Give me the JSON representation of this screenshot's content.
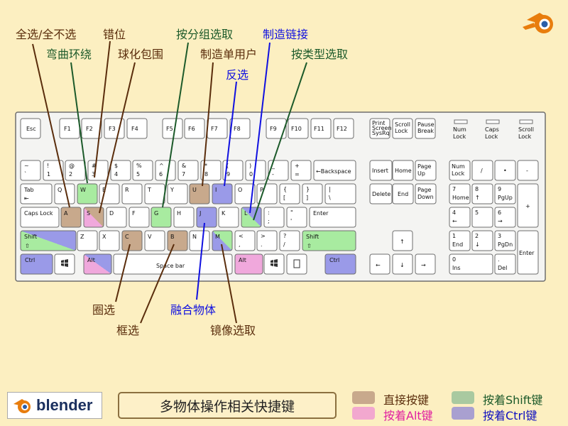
{
  "title": "多物体操作相关快捷键",
  "logo_text": "blender",
  "callouts": [
    {
      "text": "全选/全不选",
      "color": "brown"
    },
    {
      "text": "错位",
      "color": "brown"
    },
    {
      "text": "弯曲环绕",
      "color": "green"
    },
    {
      "text": "球化包围",
      "color": "brown"
    },
    {
      "text": "按分组选取",
      "color": "green"
    },
    {
      "text": "制造链接",
      "color": "blue"
    },
    {
      "text": "制造单用户",
      "color": "brown"
    },
    {
      "text": "按类型选取",
      "color": "green"
    },
    {
      "text": "反选",
      "color": "blue"
    },
    {
      "text": "圈选",
      "color": "brown"
    },
    {
      "text": "融合物体",
      "color": "blue"
    },
    {
      "text": "框选",
      "color": "brown"
    },
    {
      "text": "镜像选取",
      "color": "brown"
    }
  ],
  "legend": [
    {
      "text": "直接按键",
      "color": "#c8a98c"
    },
    {
      "text": "按着Shift键",
      "color": "#a9c9a0"
    },
    {
      "text": "按着Alt键",
      "color": "#f2a8cf"
    },
    {
      "text": "按着Ctrl键",
      "color": "#a9a0d0"
    }
  ],
  "colors": {
    "background": "#fcefc1",
    "direct": "#c8a98c",
    "shift": "#a8eba0",
    "alt": "#f0a8dc",
    "ctrl": "#9a9ae8",
    "text_brown": "#5a2d0c",
    "text_green": "#1c5a2a",
    "text_blue": "#1010e0"
  },
  "keys": {
    "esc": "Esc",
    "f1": "F1",
    "f2": "F2",
    "f3": "F3",
    "f4": "F4",
    "f5": "F5",
    "f6": "F6",
    "f7": "F7",
    "f8": "F8",
    "f9": "F9",
    "f10": "F10",
    "f11": "F11",
    "f12": "F12",
    "print_1": "Print",
    "print_2": "Screen",
    "print_3": "SysRq",
    "scroll_1": "Scroll",
    "scroll_2": "Lock",
    "pause_1": "Pause",
    "pause_2": "Break",
    "num_ind_1": "Num",
    "num_ind_2": "Lock",
    "caps_ind_1": "Caps",
    "caps_ind_2": "Lock",
    "scroll_ind_1": "Scroll",
    "scroll_ind_2": "Lock",
    "tilde_1": "~",
    "tilde_2": "`",
    "n1_1": "!",
    "n1_2": "1",
    "n2_1": "@",
    "n2_2": "2",
    "n3_1": "#",
    "n3_2": "3",
    "n4_1": "$",
    "n4_2": "4",
    "n5_1": "%",
    "n5_2": "5",
    "n6_1": "^",
    "n6_2": "6",
    "n7_1": "&",
    "n7_2": "7",
    "n8_1": "*",
    "n8_2": "8",
    "n9_1": "(",
    "n9_2": "9",
    "n0_1": ")",
    "n0_2": "0",
    "minus_1": "_",
    "minus_2": "-",
    "equal_1": "+",
    "equal_2": "=",
    "backspace": "←Backspace",
    "tab_1": "Tab",
    "tab_2": "⇤",
    "q": "Q",
    "w": "W",
    "e": "E",
    "r": "R",
    "t": "T",
    "y": "Y",
    "u": "U",
    "i": "I",
    "o": "O",
    "p": "P",
    "lbr_1": "{",
    "lbr_2": "[",
    "rbr_1": "}",
    "rbr_2": "]",
    "bsl_1": "|",
    "bsl_2": "\\",
    "capslock": "Caps Lock",
    "a": "A",
    "s": "S",
    "d": "D",
    "f": "F",
    "g": "G",
    "h": "H",
    "j": "J",
    "k": "K",
    "l": "L",
    "semi_1": ":",
    "semi_2": ";",
    "quote_1": "\"",
    "quote_2": "'",
    "enter": "Enter",
    "lshift_1": "Shift",
    "lshift_2": "⇧",
    "z": "Z",
    "x": "X",
    "c": "C",
    "v": "V",
    "b": "B",
    "n": "N",
    "m": "M",
    "comma_1": "<",
    "comma_2": ",",
    "period_1": ">",
    "period_2": ".",
    "slash_1": "?",
    "slash_2": "/",
    "rshift_1": "Shift",
    "rshift_2": "⇧",
    "lctrl": "Ctrl",
    "lalt": "Alt",
    "space": "Space bar",
    "ralt": "Alt",
    "rctrl": "Ctrl",
    "insert": "Insert",
    "home": "Home",
    "pageup_1": "Page",
    "pageup_2": "Up",
    "delete": "Delete",
    "end": "End",
    "pagedown_1": "Page",
    "pagedown_2": "Down",
    "arrow_up": "↑",
    "arrow_left": "←",
    "arrow_down": "↓",
    "arrow_right": "→",
    "numlock_1": "Num",
    "numlock_2": "Lock",
    "np_div": "/",
    "np_mul": "•",
    "np_sub": "-",
    "np7_1": "7",
    "np7_2": "Home",
    "np8_1": "8",
    "np8_2": "↑",
    "np9_1": "9",
    "np9_2": "PgUp",
    "np_add": "+",
    "np4_1": "4",
    "np4_2": "←",
    "np5": "5",
    "np6_1": "6",
    "np6_2": "→",
    "np1_1": "1",
    "np1_2": "End",
    "np2_1": "2",
    "np2_2": "↓",
    "np3_1": "3",
    "np3_2": "PgDn",
    "np_enter": "Enter",
    "np0_1": "0",
    "np0_2": "Ins",
    "npdot_1": ".",
    "npdot_2": "Del"
  }
}
